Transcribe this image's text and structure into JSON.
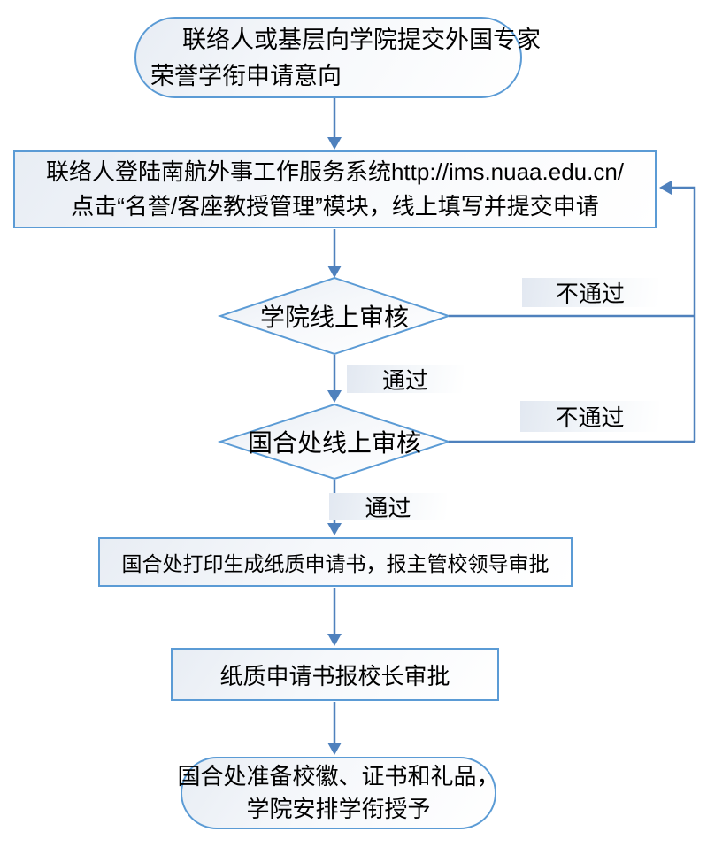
{
  "colors": {
    "shape_border": "#5b9bd5",
    "connector": "#4f81bd",
    "text": "#000000"
  },
  "flowchart": {
    "nodes": {
      "start": {
        "type": "terminator",
        "lines": [
          "联络人或基层向学院提交外国专家",
          "荣誉学衔申请意向"
        ]
      },
      "submit": {
        "type": "process",
        "lines": [
          "联络人登陆南航外事工作服务系统http://ims.nuaa.edu.cn/",
          "点击“名誉/客座教授管理”模块，线上填写并提交申请"
        ]
      },
      "college_review": {
        "type": "decision",
        "label": "学院线上审核"
      },
      "intl_office_review": {
        "type": "decision",
        "label": "国合处线上审核"
      },
      "print_approval": {
        "type": "process",
        "label": "国合处打印生成纸质申请书，报主管校领导审批"
      },
      "president_approval": {
        "type": "process",
        "label": "纸质申请书报校长审批"
      },
      "end": {
        "type": "terminator",
        "lines": [
          "国合处准备校徽、证书和礼品，",
          "学院安排学衔授予"
        ]
      }
    },
    "edge_labels": {
      "college_fail": "不通过",
      "college_pass": "通过",
      "intl_fail": "不通过",
      "intl_pass": "通过"
    }
  }
}
